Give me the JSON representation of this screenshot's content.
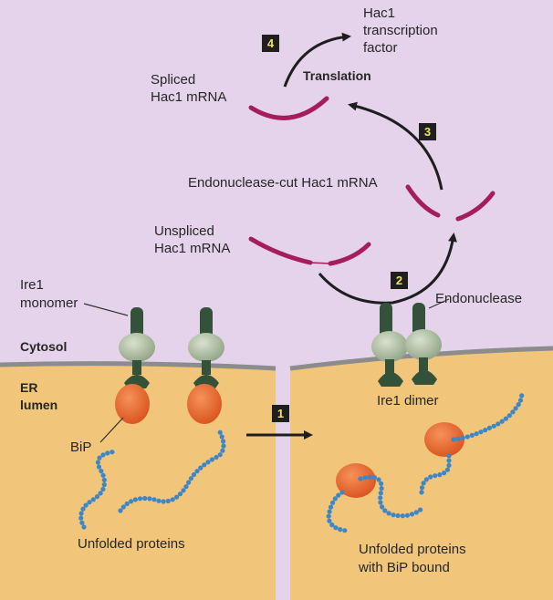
{
  "labels": {
    "hac1_tf": [
      "Hac1",
      "transcription",
      "factor"
    ],
    "spliced": [
      "Spliced",
      "Hac1 mRNA"
    ],
    "translation": "Translation",
    "endo_cut": "Endonuclease-cut Hac1 mRNA",
    "unspliced": [
      "Unspliced",
      "Hac1 mRNA"
    ],
    "ire1_monomer": [
      "Ire1",
      "monomer"
    ],
    "endonuclease": "Endonuclease",
    "cytosol": "Cytosol",
    "er_lumen": [
      "ER",
      "lumen"
    ],
    "ire1_dimer": "Ire1 dimer",
    "bip": "BiP",
    "unfolded": "Unfolded proteins",
    "unfolded_bound": [
      "Unfolded proteins",
      "with BiP bound"
    ]
  },
  "steps": [
    "1",
    "2",
    "3",
    "4"
  ],
  "colors": {
    "background": "#e4d3ea",
    "lumen": "#f1c67a",
    "membrane": "#8c8c8c",
    "mrna": "#a51d5b",
    "arrow": "#1e1e1e",
    "receptor_head": "#a7b79a",
    "receptor_stalk": "#34523a",
    "bip": "#e8602a",
    "protein": "#3d86c8",
    "step_box": "#1f1f1f"
  }
}
